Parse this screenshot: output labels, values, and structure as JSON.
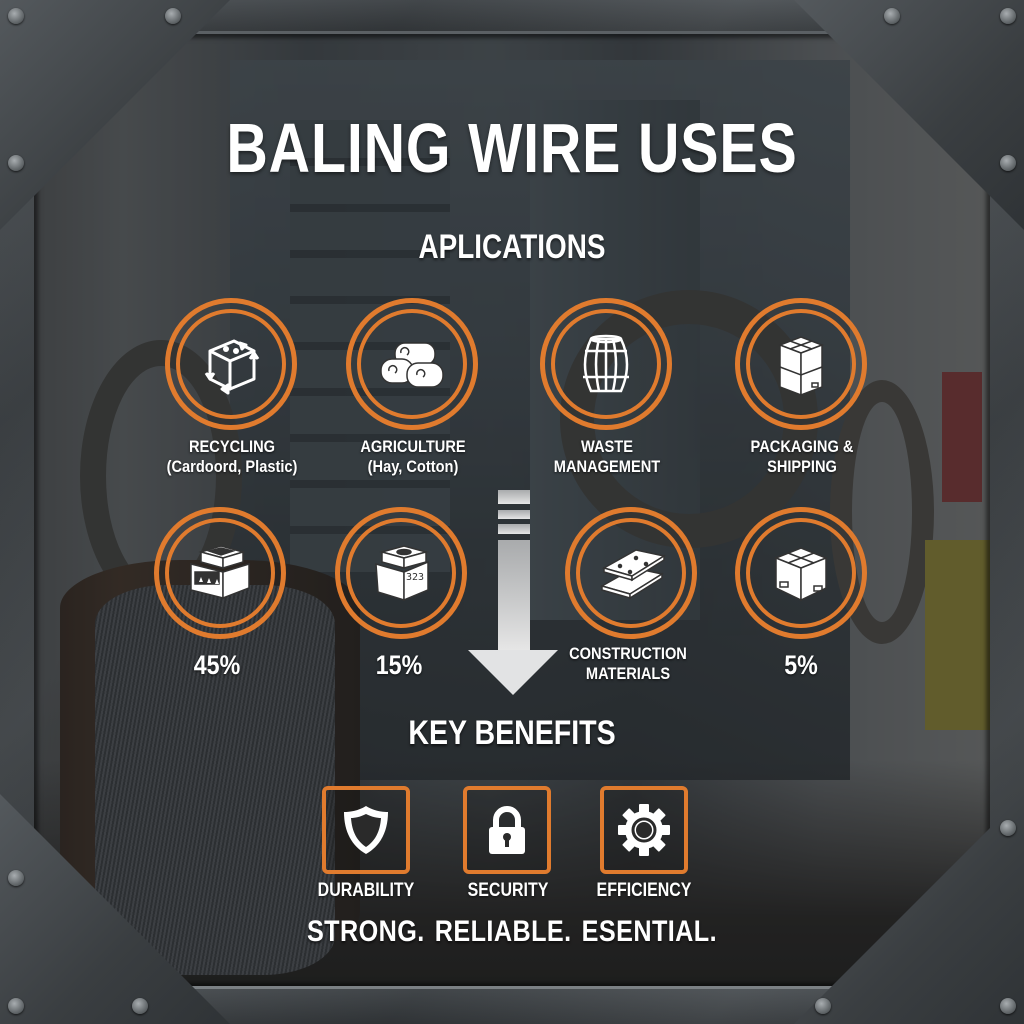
{
  "header": {
    "title": "BALING WIRE USES",
    "subtitle": "APLICATIONS"
  },
  "colors": {
    "accent": "#e07b2e",
    "text": "#ffffff",
    "frame": "#3a3e41"
  },
  "applications_row1": [
    {
      "icon": "recycling-cube-icon",
      "label": "RECYCLING",
      "sublabel": "(Cardoord, Plastic)"
    },
    {
      "icon": "hay-bales-icon",
      "label": "AGRICULTURE",
      "sublabel": "(Hay, Cotton)"
    },
    {
      "icon": "barrel-icon",
      "label": "WASTE",
      "sublabel": "MANAGEMENT"
    },
    {
      "icon": "stacked-boxes-icon",
      "label": "PACKAGING &",
      "sublabel": "SHIPPING"
    }
  ],
  "applications_row2": [
    {
      "icon": "baler-machine-icon",
      "value": "45%"
    },
    {
      "icon": "bin-crate-icon",
      "value": "15%"
    },
    {
      "icon": "construction-panels-icon",
      "label": "CONSTRUCTION",
      "sublabel": "MATERIALS"
    },
    {
      "icon": "shipping-box-icon",
      "value": "5%"
    }
  ],
  "arrow": {
    "icon": "down-arrow-icon"
  },
  "benefits": {
    "title": "KEY BENEFITS",
    "items": [
      {
        "icon": "shield-icon",
        "label": "DURABILITY"
      },
      {
        "icon": "padlock-icon",
        "label": "SECURITY"
      },
      {
        "icon": "gear-icon",
        "label": "EFFICIENCY"
      }
    ]
  },
  "tagline": [
    "STRONG.",
    "RELIABLE.",
    "ESENTIAL."
  ]
}
